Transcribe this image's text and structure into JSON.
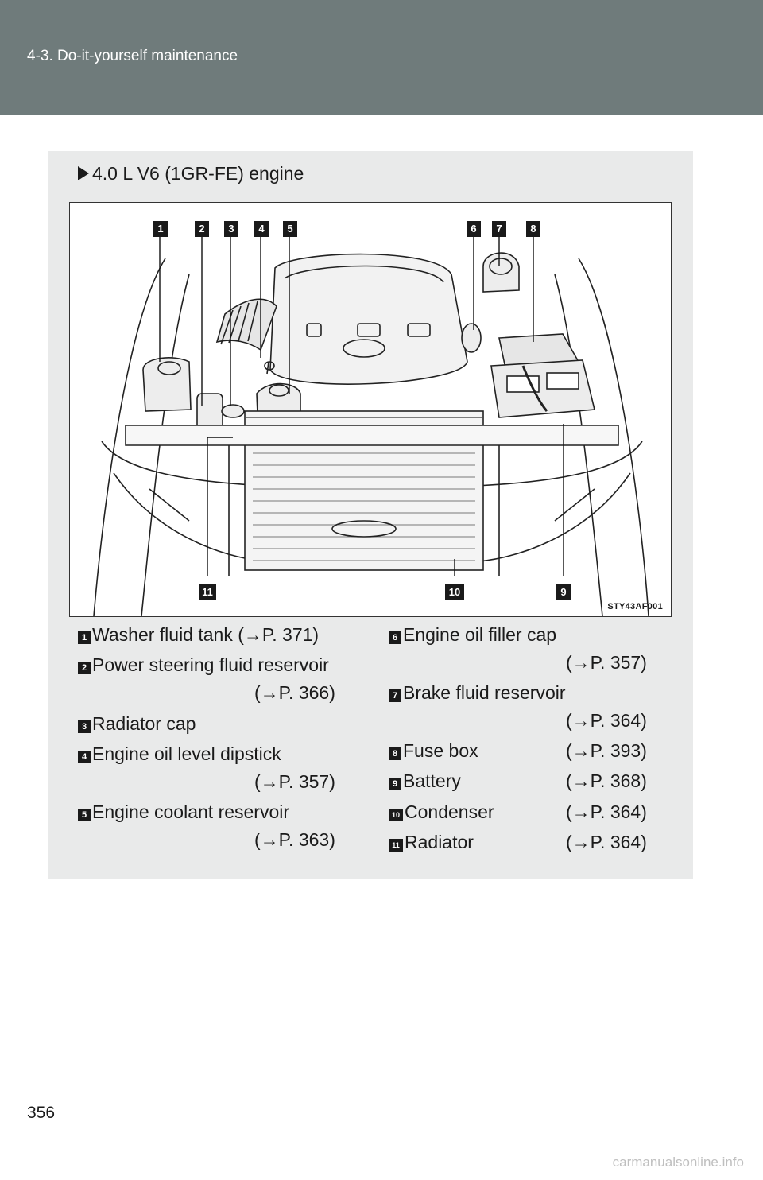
{
  "header": {
    "section": "4-3. Do-it-yourself maintenance"
  },
  "panel": {
    "title": "4.0 L V6 (1GR-FE) engine",
    "figure_code": "STY43AF001",
    "callouts_top": [
      "1",
      "2",
      "3",
      "4",
      "5",
      "6",
      "7",
      "8"
    ],
    "callouts_bottom": [
      "11",
      "10",
      "9"
    ],
    "left_items": [
      {
        "num": "1",
        "label": "Washer fluid tank (→P. 371)"
      },
      {
        "num": "2",
        "label": "Power steering fluid reservoir",
        "ref": "(→P. 366)"
      },
      {
        "num": "3",
        "label": "Radiator cap"
      },
      {
        "num": "4",
        "label": "Engine oil level dipstick",
        "ref": "(→P. 357)"
      },
      {
        "num": "5",
        "label": "Engine coolant reservoir",
        "ref": "(→P. 363)"
      }
    ],
    "right_items": [
      {
        "num": "6",
        "label": "Engine oil filler cap",
        "ref": "(→P. 357)"
      },
      {
        "num": "7",
        "label": "Brake fluid reservoir",
        "ref": "(→P. 364)"
      },
      {
        "num": "8",
        "label": "Fuse box",
        "ref": "(→P. 393)"
      },
      {
        "num": "9",
        "label": "Battery",
        "ref": "(→P. 368)"
      },
      {
        "num": "10",
        "label": "Condenser",
        "ref": "(→P. 364)"
      },
      {
        "num": "11",
        "label": "Radiator",
        "ref": "(→P. 364)"
      }
    ]
  },
  "page_number": "356",
  "watermark": "carmanualsonline.info"
}
